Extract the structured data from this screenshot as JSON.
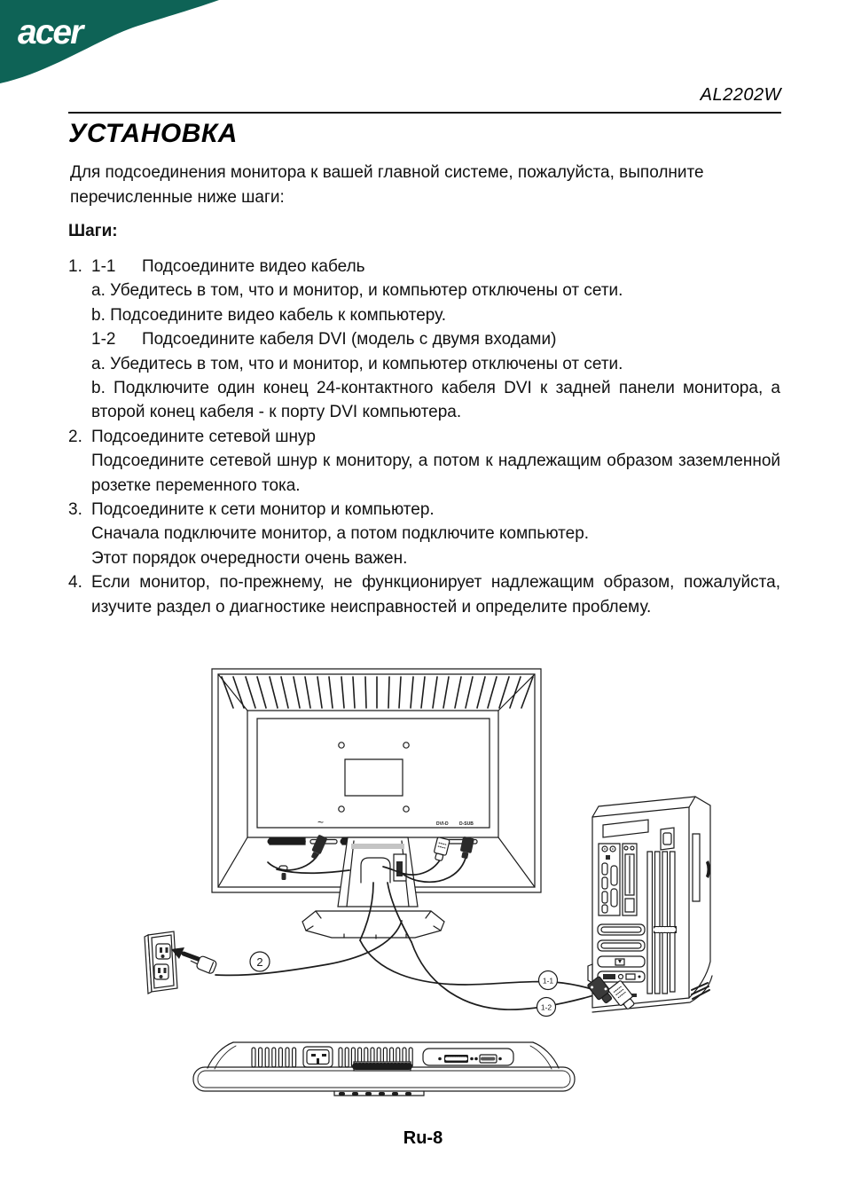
{
  "header": {
    "brand": "acer",
    "model": "AL2202W"
  },
  "title": "УСТАНОВКА",
  "intro": "Для подсоединения монитора к вашей главной системе, пожалуйста, выполните перечисленные ниже шаги:",
  "steps_heading": "Шаги:",
  "steps": [
    {
      "num": "1.",
      "parts": [
        {
          "marker": "1-1",
          "text": "Подсоедините видео кабель"
        },
        {
          "text": "a. Убедитесь в том, что и монитор, и компьютер отключены от сети."
        },
        {
          "text": "b. Подсоедините видео кабель к компьютеру."
        },
        {
          "marker": "1-2",
          "text": "Подсоедините кабеля DVI (модель с двумя входами)"
        },
        {
          "text": "a. Убедитесь в том, что и монитор, и компьютер отключены от сети."
        },
        {
          "text": "b. Подключите один конец 24-контактного кабеля DVI к задней панели монитора, а второй конец кабеля - к порту DVI компьютера."
        }
      ]
    },
    {
      "num": "2.",
      "parts": [
        {
          "text": "Подсоедините сетевой шнур"
        },
        {
          "text": "Подсоедините сетевой шнур к монитору, а потом к надлежащим образом заземленной розетке переменного тока."
        }
      ]
    },
    {
      "num": "3.",
      "parts": [
        {
          "text": "Подсоедините к сети монитор и компьютер."
        },
        {
          "text": "Сначала подключите монитор, а потом подключите компьютер."
        },
        {
          "text": "Этот порядок очередности очень важен."
        }
      ]
    },
    {
      "num": "4.",
      "parts": [
        {
          "text": "Если монитор, по-прежнему, не функционирует надлежащим образом, пожалуйста, изучите раздел о диагностике неисправностей и определите проблему."
        }
      ]
    }
  ],
  "diagram": {
    "monitor_power_label": "~",
    "monitor_dvi_label": "DVI-D",
    "monitor_dsub_label": "D-SUB",
    "callout_power_cord": "2",
    "callout_video_cable": "1-1",
    "callout_dvi_cable": "1-2"
  },
  "footer": {
    "page_number": "Ru-8"
  },
  "colors": {
    "brand_teal": "#0E6356",
    "line": "#1c1c1c"
  }
}
